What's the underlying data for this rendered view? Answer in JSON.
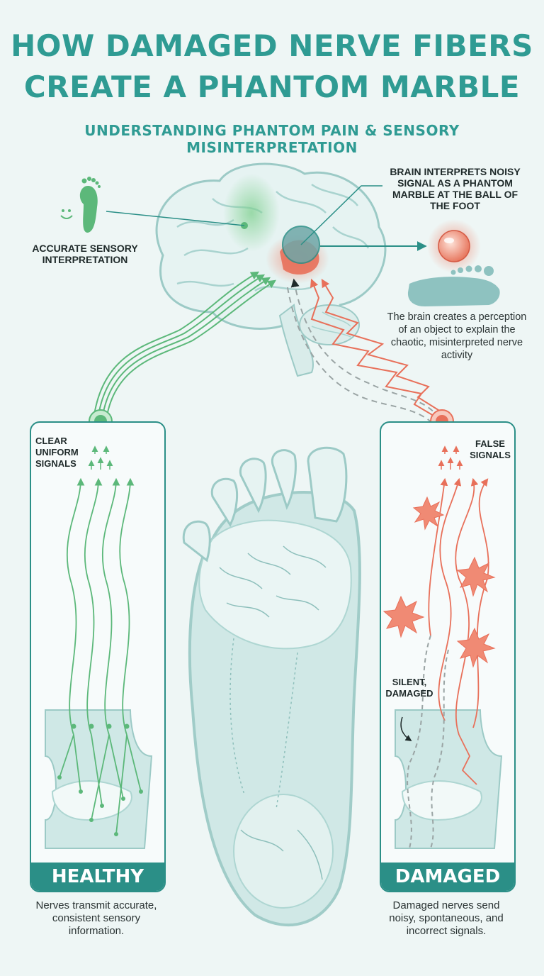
{
  "header": {
    "title_line1": "HOW DAMAGED NERVE FIBERS",
    "title_line2": "CREATE A PHANTOM MARBLE",
    "subtitle": "UNDERSTANDING PHANTOM PAIN & SENSORY MISINTERPRETATION"
  },
  "brain_section": {
    "accurate_label": "ACCURATE SENSORY INTERPRETATION",
    "noisy_label": "BRAIN INTERPRETS NOISY SIGNAL AS A PHANTOM MARBLE AT THE BALL OF THE FOOT",
    "explanation": "The brain creates a perception of an object to explain the chaotic, misinterpreted nerve activity"
  },
  "healthy_panel": {
    "signal_label": "CLEAR UNIFORM SIGNALS",
    "banner": "HEALTHY",
    "caption": "Nerves transmit accurate, consistent sensory information."
  },
  "damaged_panel": {
    "signal_label": "FALSE SIGNALS",
    "silent_label": "SILENT, DAMAGED",
    "banner": "DAMAGED",
    "caption": "Damaged nerves send noisy, spontaneous, and incorrect signals."
  },
  "colors": {
    "teal": "#2b8f87",
    "healthy_green": "#5cb87a",
    "damaged_red": "#e8705a",
    "background": "#eef6f5"
  },
  "icons": [
    "foot-smile-icon",
    "brain-illustration",
    "phantom-marble-icon",
    "foot-silhouette-icon",
    "central-foot-illustration"
  ]
}
